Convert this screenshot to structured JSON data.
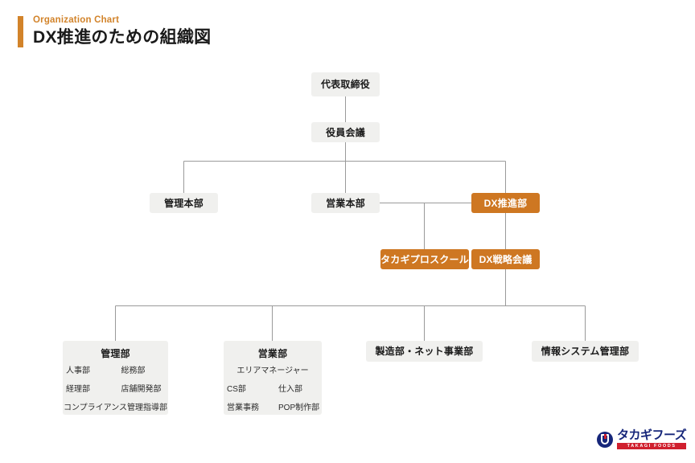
{
  "header": {
    "eyebrow": "Organization Chart",
    "title": "DX推進のための組織図",
    "accent_color": "#D2832A"
  },
  "colors": {
    "accent": "#CE7722",
    "node_plain_bg": "#F0F0EE",
    "connector": "#9a9a9a",
    "text": "#1a1a1a"
  },
  "chart_data": {
    "type": "diagram",
    "title": "DX推進のための組織図",
    "nodes": [
      {
        "id": "ceo",
        "label": "代表取締役",
        "style": "plain",
        "level": 0
      },
      {
        "id": "board",
        "label": "役員会議",
        "style": "plain",
        "level": 1
      },
      {
        "id": "admin_hq",
        "label": "管理本部",
        "style": "plain",
        "level": 2
      },
      {
        "id": "sales_hq",
        "label": "営業本部",
        "style": "plain",
        "level": 2
      },
      {
        "id": "dx_div",
        "label": "DX推進部",
        "style": "accent",
        "level": 2
      },
      {
        "id": "takagi_pro",
        "label": "タカギプロスクール",
        "style": "accent",
        "level": 3
      },
      {
        "id": "dx_meeting",
        "label": "DX戦略会議",
        "style": "accent",
        "level": 3
      },
      {
        "id": "admin_dept",
        "label": "管理部",
        "style": "plain",
        "level": 4,
        "children_rows": [
          [
            "人事部",
            "総務部"
          ],
          [
            "経理部",
            "店舗開発部"
          ],
          [
            "コンプライアンス管理指導部"
          ]
        ]
      },
      {
        "id": "sales_dept",
        "label": "営業部",
        "style": "plain",
        "level": 4,
        "children_rows": [
          [
            "エリアマネージャー"
          ],
          [
            "CS部",
            "仕入部"
          ],
          [
            "営業事務",
            "POP制作部"
          ]
        ]
      },
      {
        "id": "mfg_dept",
        "label": "製造部・ネット事業部",
        "style": "plain",
        "level": 4
      },
      {
        "id": "it_dept",
        "label": "情報システム管理部",
        "style": "plain",
        "level": 4
      }
    ],
    "edges": [
      {
        "from": "ceo",
        "to": "board"
      },
      {
        "from": "board",
        "to": "admin_hq"
      },
      {
        "from": "board",
        "to": "sales_hq"
      },
      {
        "from": "board",
        "to": "dx_div"
      },
      {
        "from": "sales_hq",
        "to": "takagi_pro"
      },
      {
        "from": "dx_div",
        "to": "dx_meeting"
      },
      {
        "from": "dx_div",
        "to": "admin_dept"
      },
      {
        "from": "dx_div",
        "to": "sales_dept"
      },
      {
        "from": "dx_div",
        "to": "mfg_dept"
      },
      {
        "from": "dx_div",
        "to": "it_dept"
      }
    ]
  },
  "logo": {
    "jp": "タカギフーズ",
    "en": "TAKAGI FOODS"
  }
}
